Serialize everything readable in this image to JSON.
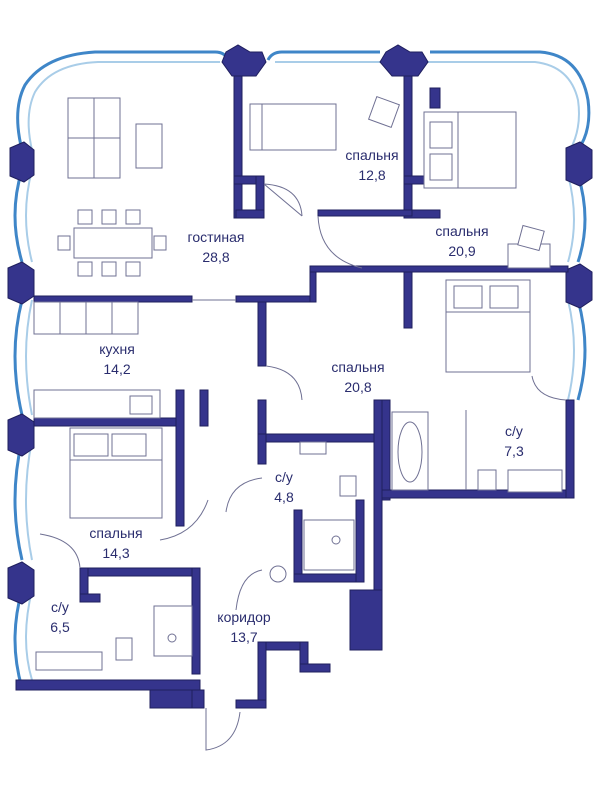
{
  "rooms": [
    {
      "name": "гостиная",
      "area": "28,8"
    },
    {
      "name": "спальня",
      "area": "12,8"
    },
    {
      "name": "спальня",
      "area": "20,9"
    },
    {
      "name": "кухня",
      "area": "14,2"
    },
    {
      "name": "спальня",
      "area": "20,8"
    },
    {
      "name": "с/у",
      "area": "7,3"
    },
    {
      "name": "с/у",
      "area": "4,8"
    },
    {
      "name": "спальня",
      "area": "14,3"
    },
    {
      "name": "с/у",
      "area": "6,5"
    },
    {
      "name": "коридор",
      "area": "13,7"
    }
  ],
  "colors": {
    "wall": "#35348c",
    "glazing": "#3f86c8",
    "furniture": "#6f7093",
    "label": "#2a2d6e"
  }
}
